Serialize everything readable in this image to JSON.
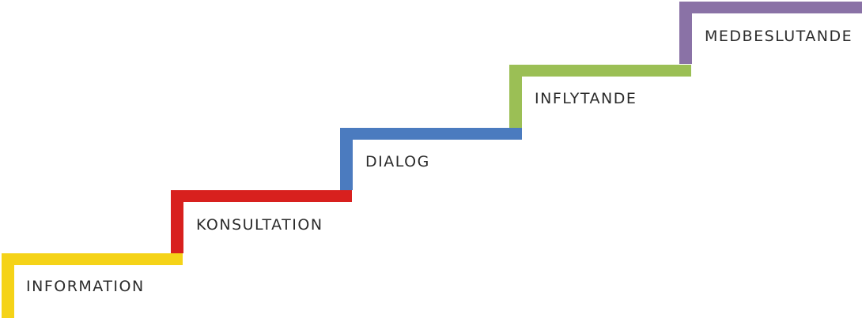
{
  "steps": [
    {
      "label": "INFORMATION",
      "color": "#f5d318"
    },
    {
      "label": "KONSULTATION",
      "color": "#d8201e"
    },
    {
      "label": "DIALOG",
      "color": "#4b7bbf"
    },
    {
      "label": "INFLYTANDE",
      "color": "#9bbf55"
    },
    {
      "label": "MEDBESLUTANDE",
      "color": "#8a72a6"
    }
  ]
}
